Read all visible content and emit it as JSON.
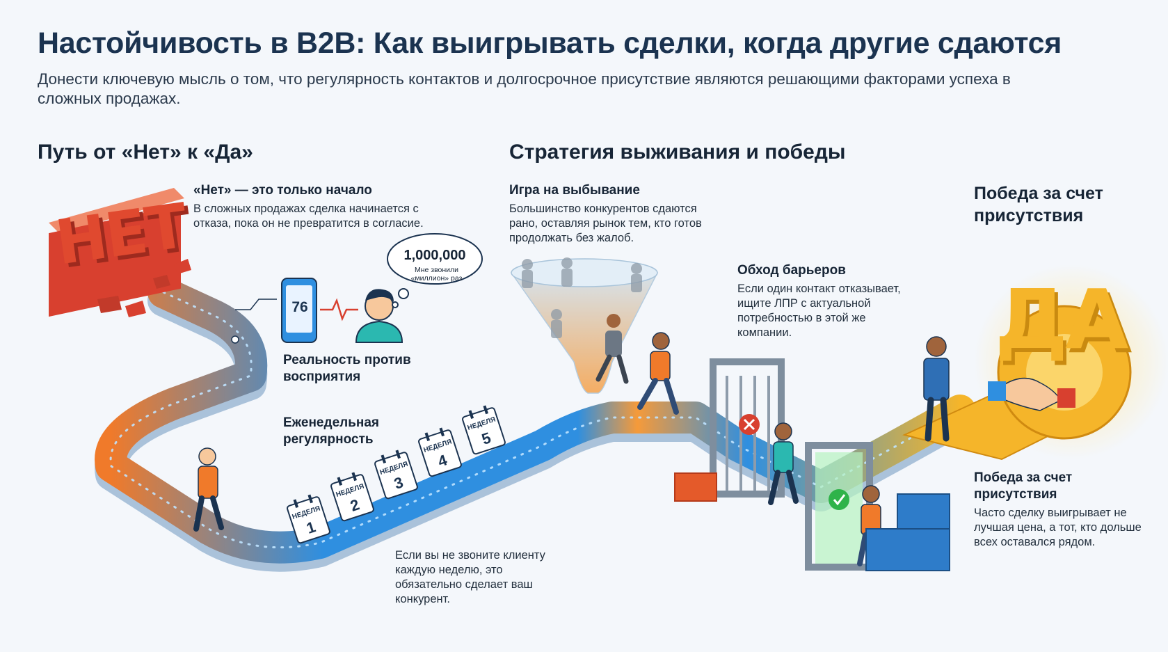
{
  "title": "Настойчивость в B2B: Как выигрывать сделки, когда другие сдаются",
  "subtitle": "Донести ключевую мысль о том, что регулярность контактов и долгосрочное присутствие являются решающими факторами успеха в сложных продажах.",
  "sections": {
    "left_heading": "Путь от «Нет» к «Да»",
    "right_heading": "Стратегия выживания и победы"
  },
  "net_block": {
    "word": "НЕТ",
    "heading": "«Нет» — это только начало",
    "text": "В сложных продажах сделка начинается с отказа, пока он не превратится в согласие."
  },
  "perception": {
    "phone_number": "76",
    "bubble_number": "1,000,000",
    "bubble_text": "Мне звонили «миллион» раз",
    "heading": "Реальность против восприятия"
  },
  "weekly": {
    "heading": "Еженедельная регулярность",
    "week_label": "НЕДЕЛЯ",
    "weeks": [
      "1",
      "2",
      "3",
      "4",
      "5"
    ],
    "note": "Если вы не звоните клиенту каждую неделю, это обязательно сделает ваш конкурент."
  },
  "elimination": {
    "heading": "Игра на выбывание",
    "text": "Большинство конкурентов сдаются рано, оставляя рынок тем, кто готов продолжать без жалоб."
  },
  "barriers": {
    "heading": "Обход барьеров",
    "text": "Если один контакт отказывает, ищите ЛПР с актуальной потребностью в этой же компании."
  },
  "victory": {
    "top_heading": "Победа за счет присутствия",
    "word": "ДА",
    "heading": "Победа за счет присутствия",
    "text": "Часто сделку выигрывает не лучшая цена, а тот, кто дольше всех оставался рядом."
  },
  "colors": {
    "title": "#1b3350",
    "orange": "#f07a2a",
    "blue": "#2f8fe0",
    "red": "#d8402f",
    "gold": "#f5b52a",
    "green": "#2fb34a"
  }
}
